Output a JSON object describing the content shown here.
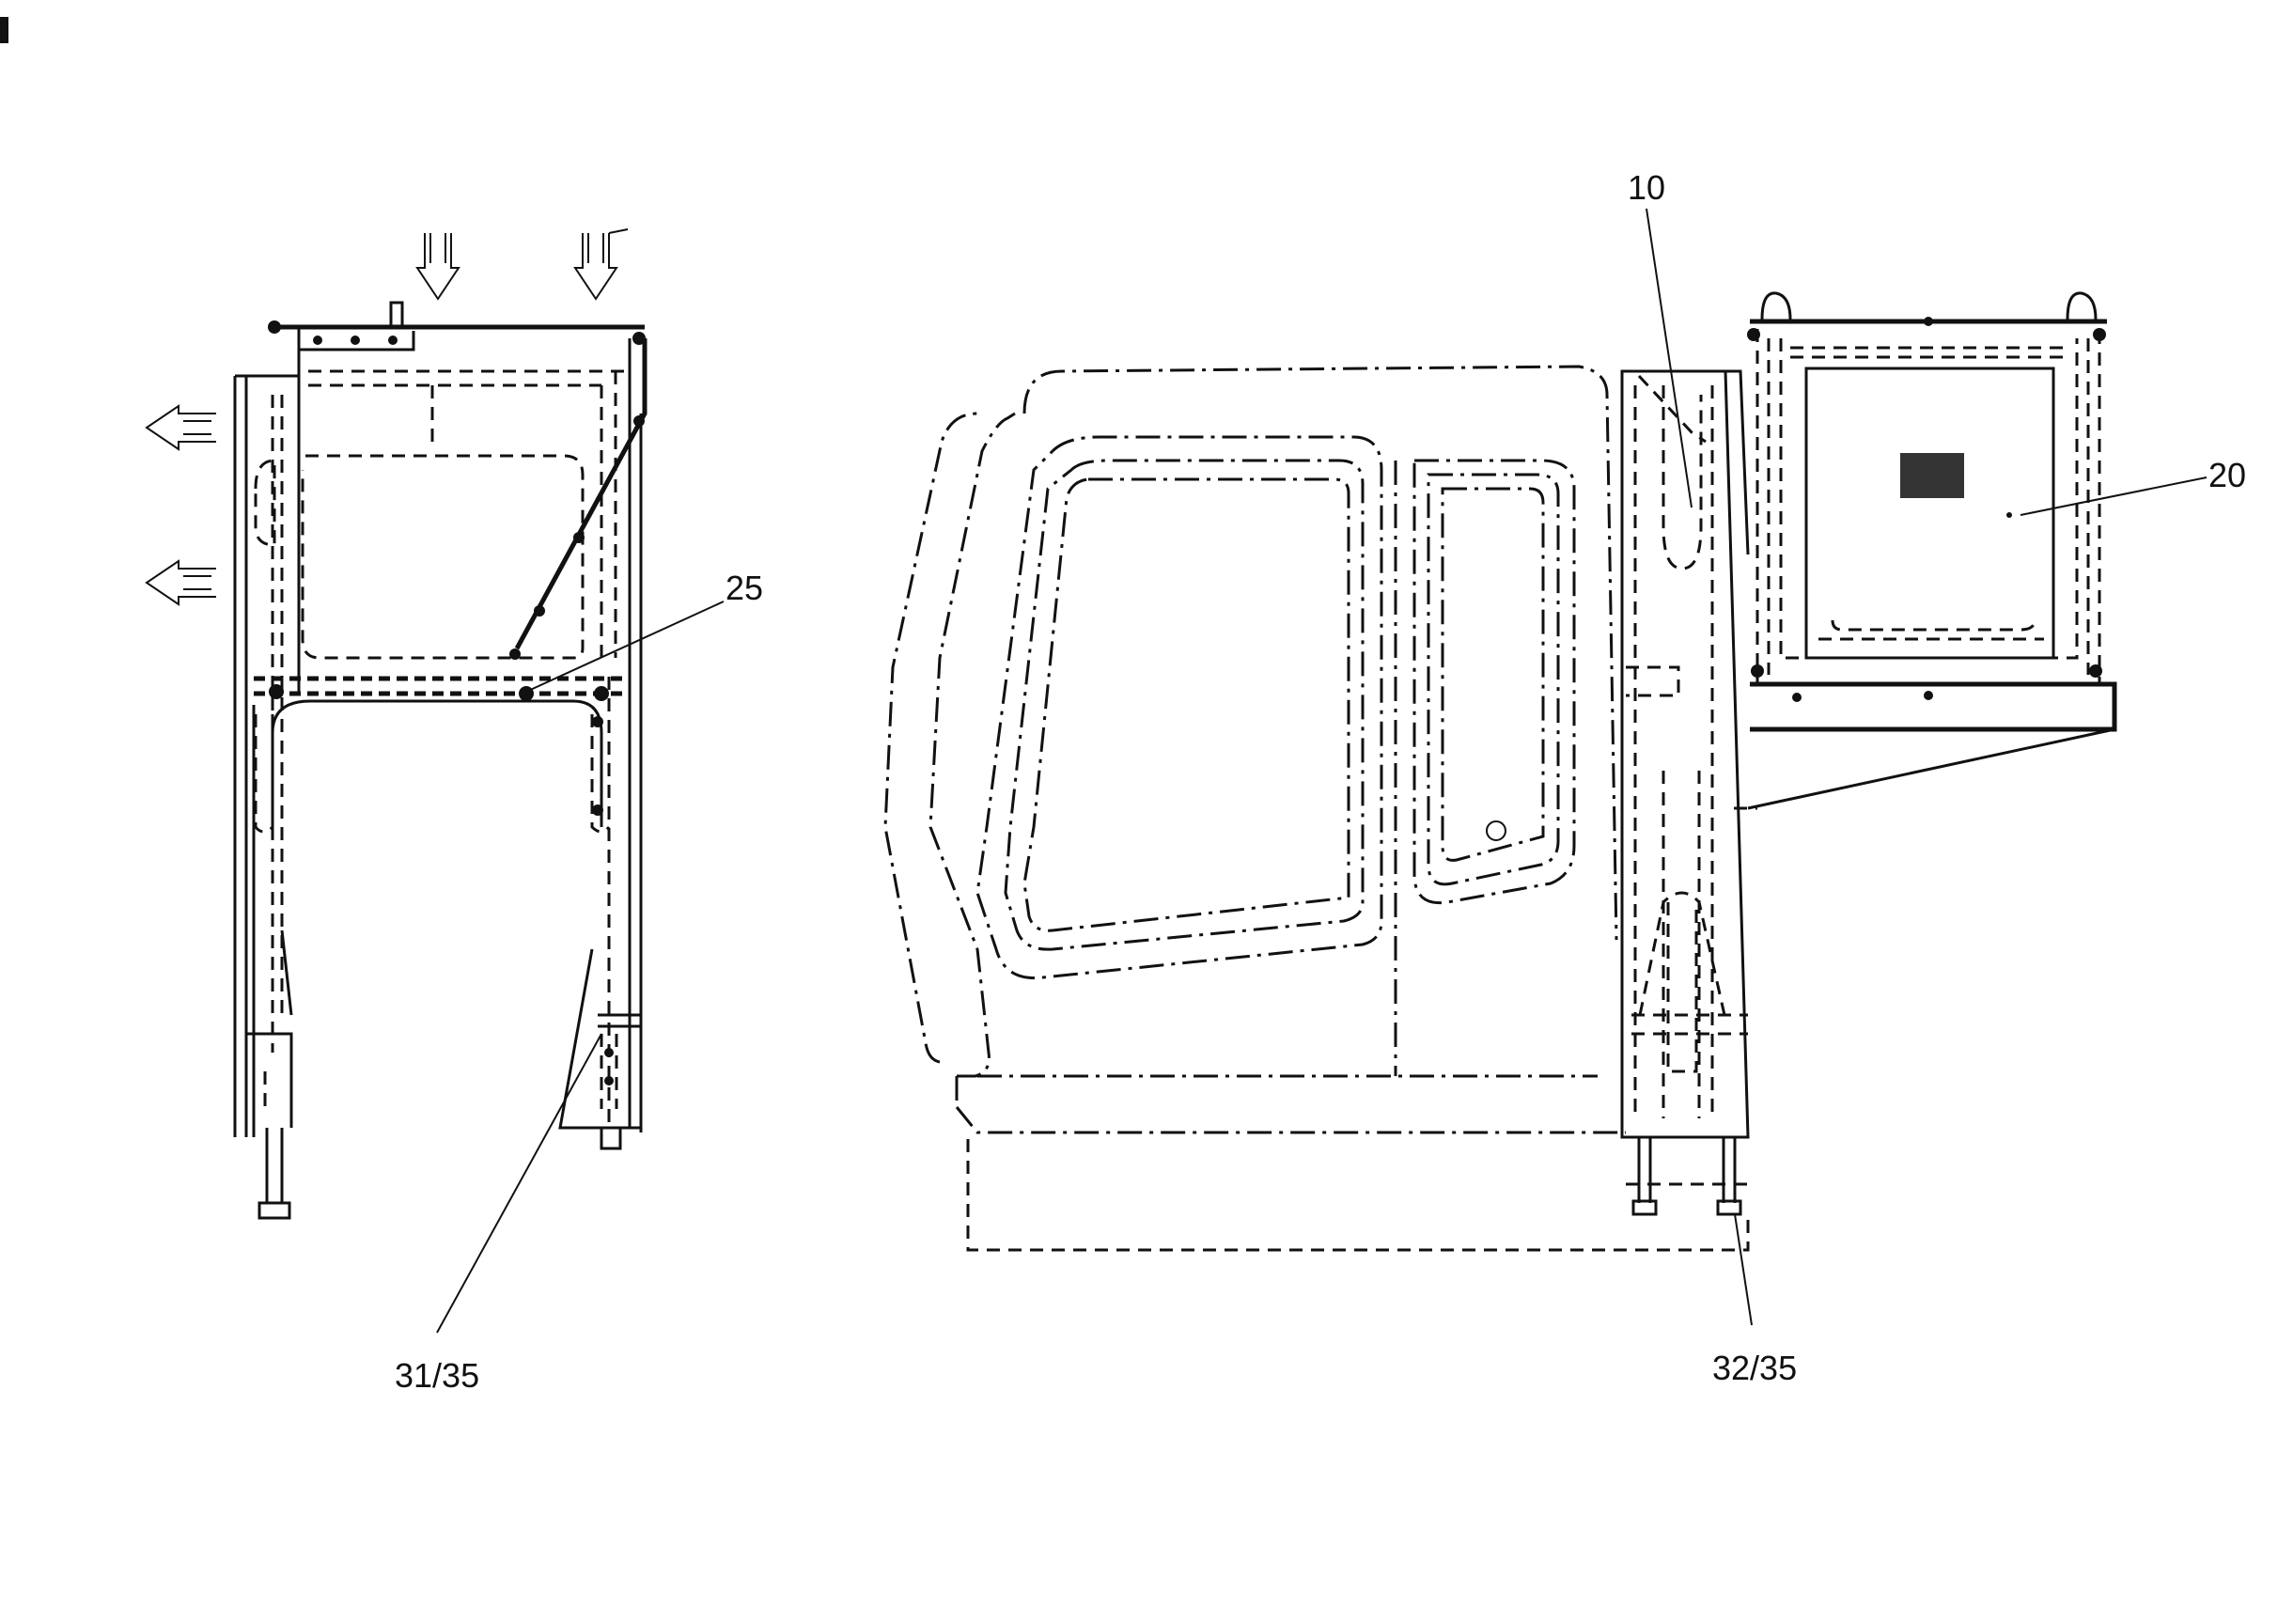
{
  "labels": {
    "part_10": "10",
    "part_20": "20",
    "part_25": "25",
    "part_31_35": "31/35",
    "part_32_35": "32/35"
  },
  "colors": {
    "ink": "#111111",
    "paper": "#ffffff"
  }
}
